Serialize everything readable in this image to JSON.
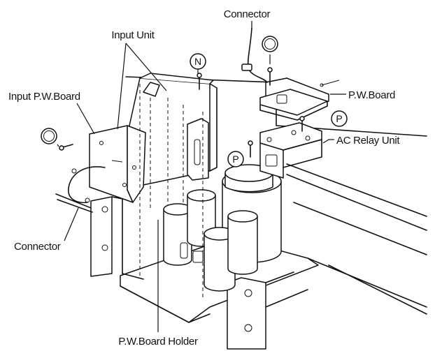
{
  "labels": {
    "connector_top": "Connector",
    "input_unit": "Input Unit",
    "input_pw_board": "Input P.W.Board",
    "pw_board": "P.W.Board",
    "ac_relay_unit": "AC Relay Unit",
    "connector_left": "Connector",
    "pw_board_holder": "P.W.Board Holder"
  },
  "screw_marks": {
    "o_left": "O",
    "o_right": "O",
    "n_top": "N",
    "p_right": "P",
    "p_center": "P"
  }
}
